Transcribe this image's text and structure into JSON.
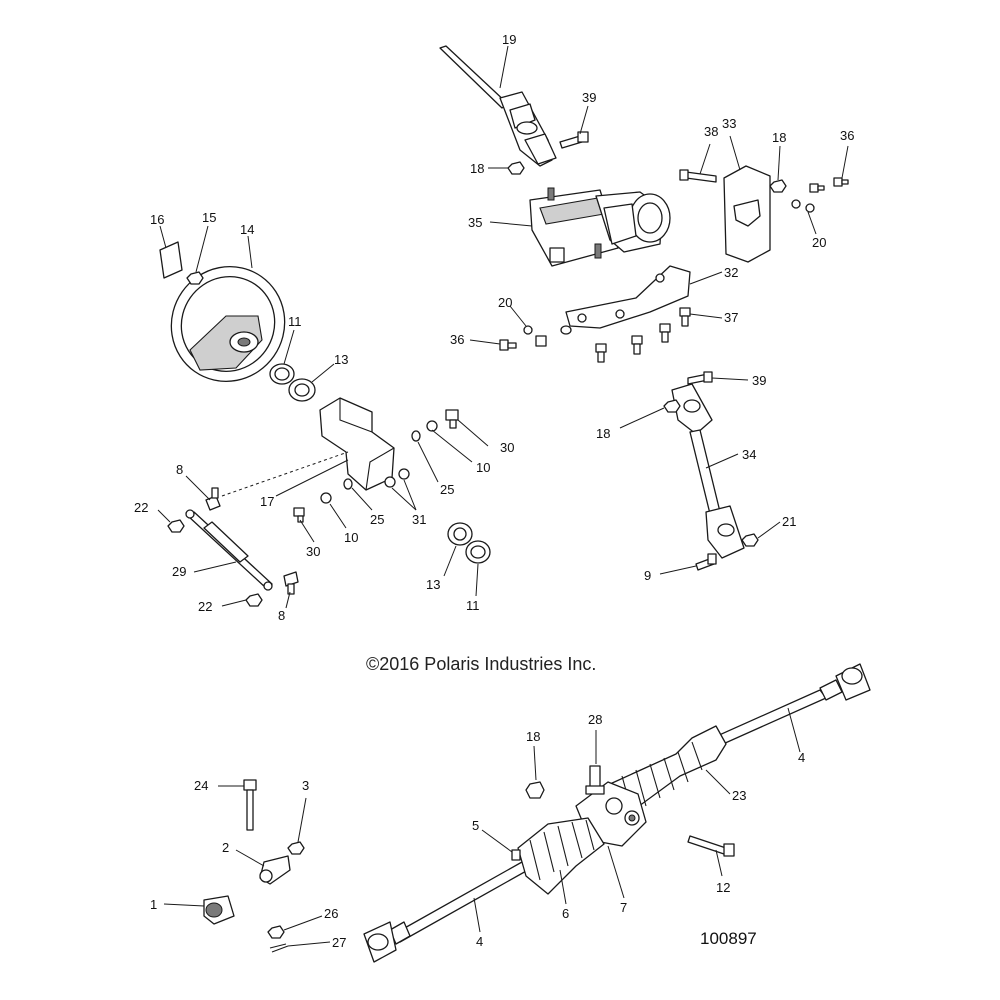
{
  "copyright": "©2016 Polaris Industries Inc.",
  "figure_number": "100897",
  "callouts": [
    "19",
    "39",
    "18",
    "38",
    "33",
    "18",
    "36",
    "20",
    "35",
    "32",
    "20",
    "36",
    "37",
    "16",
    "15",
    "14",
    "11",
    "13",
    "30",
    "10",
    "8",
    "17",
    "25",
    "31",
    "22",
    "25",
    "10",
    "30",
    "29",
    "22",
    "8",
    "13",
    "11",
    "39",
    "18",
    "34",
    "21",
    "9",
    "18",
    "28",
    "24",
    "3",
    "2",
    "5",
    "23",
    "4",
    "1",
    "26",
    "27",
    "6",
    "7",
    "12",
    "4"
  ]
}
